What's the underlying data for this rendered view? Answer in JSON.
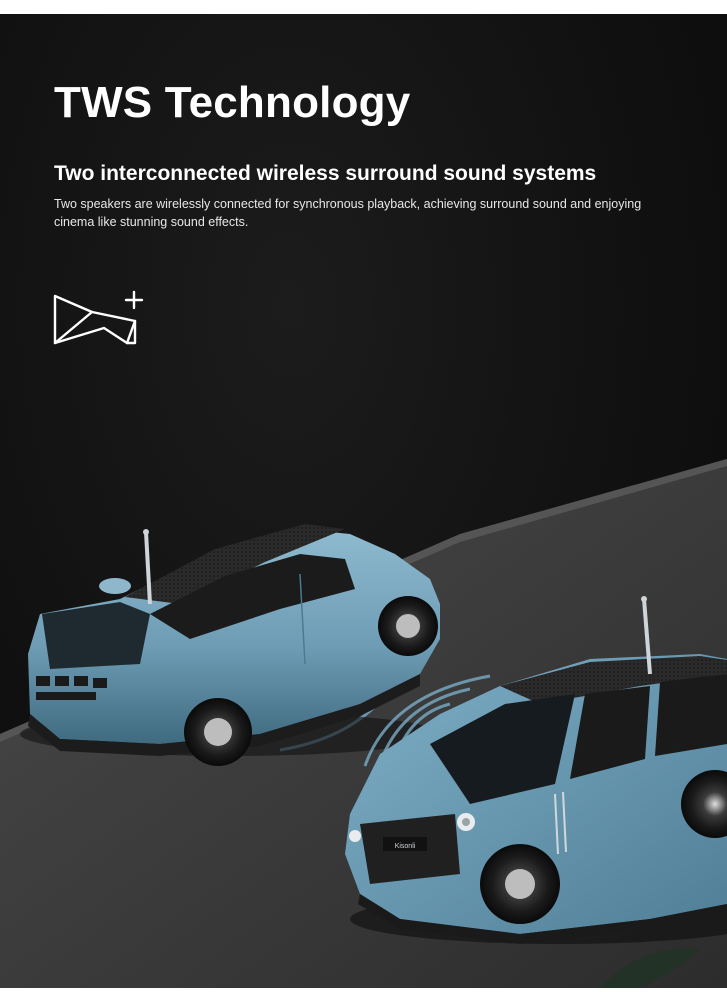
{
  "headline": "TWS Technology",
  "subheadline": "Two interconnected wireless surround sound systems",
  "description": "Two speakers are wirelessly connected for synchronous playback, achieving surround sound and enjoying cinema like stunning sound effects.",
  "icons": {
    "tws": "tws-pair-plus-icon"
  },
  "product_badge": "Kisonli",
  "colors": {
    "background": "#111111",
    "text": "#ffffff",
    "car_body": "#6d9cb4",
    "road": "#3a3a3a"
  }
}
